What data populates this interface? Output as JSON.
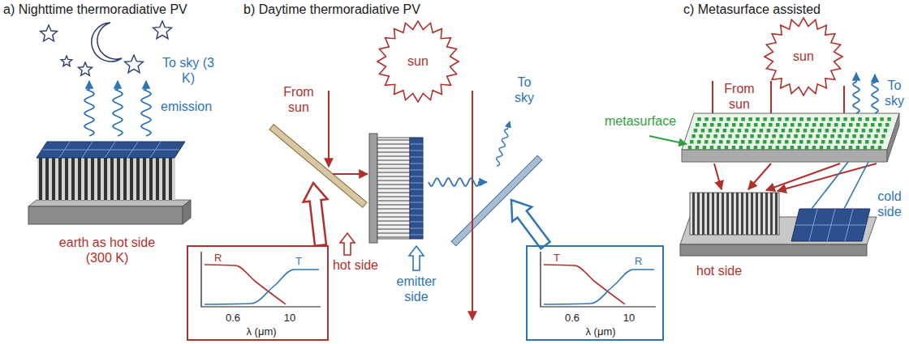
{
  "diagram": {
    "nodes": [
      {
        "text": [
          "R",
          "T",
          "0.6",
          "10",
          "λ (μm)"
        ]
      },
      {
        "text": [
          "T",
          "R",
          "0.6",
          "10",
          "λ (μm)"
        ]
      }
    ],
    "labels": [
      "a) Nighttime thermoradiative PV",
      "b) Daytime thermoradiative PV",
      "c) Metasurface assisted",
      "To sky (3 K)",
      "emission",
      "earth as hot side (300 K)",
      "sun",
      "From sun",
      "To sky",
      "hot side",
      "emitter side",
      "sun",
      "From sun",
      "To sky",
      "metasurface",
      "cold side",
      "hot side"
    ]
  }
}
